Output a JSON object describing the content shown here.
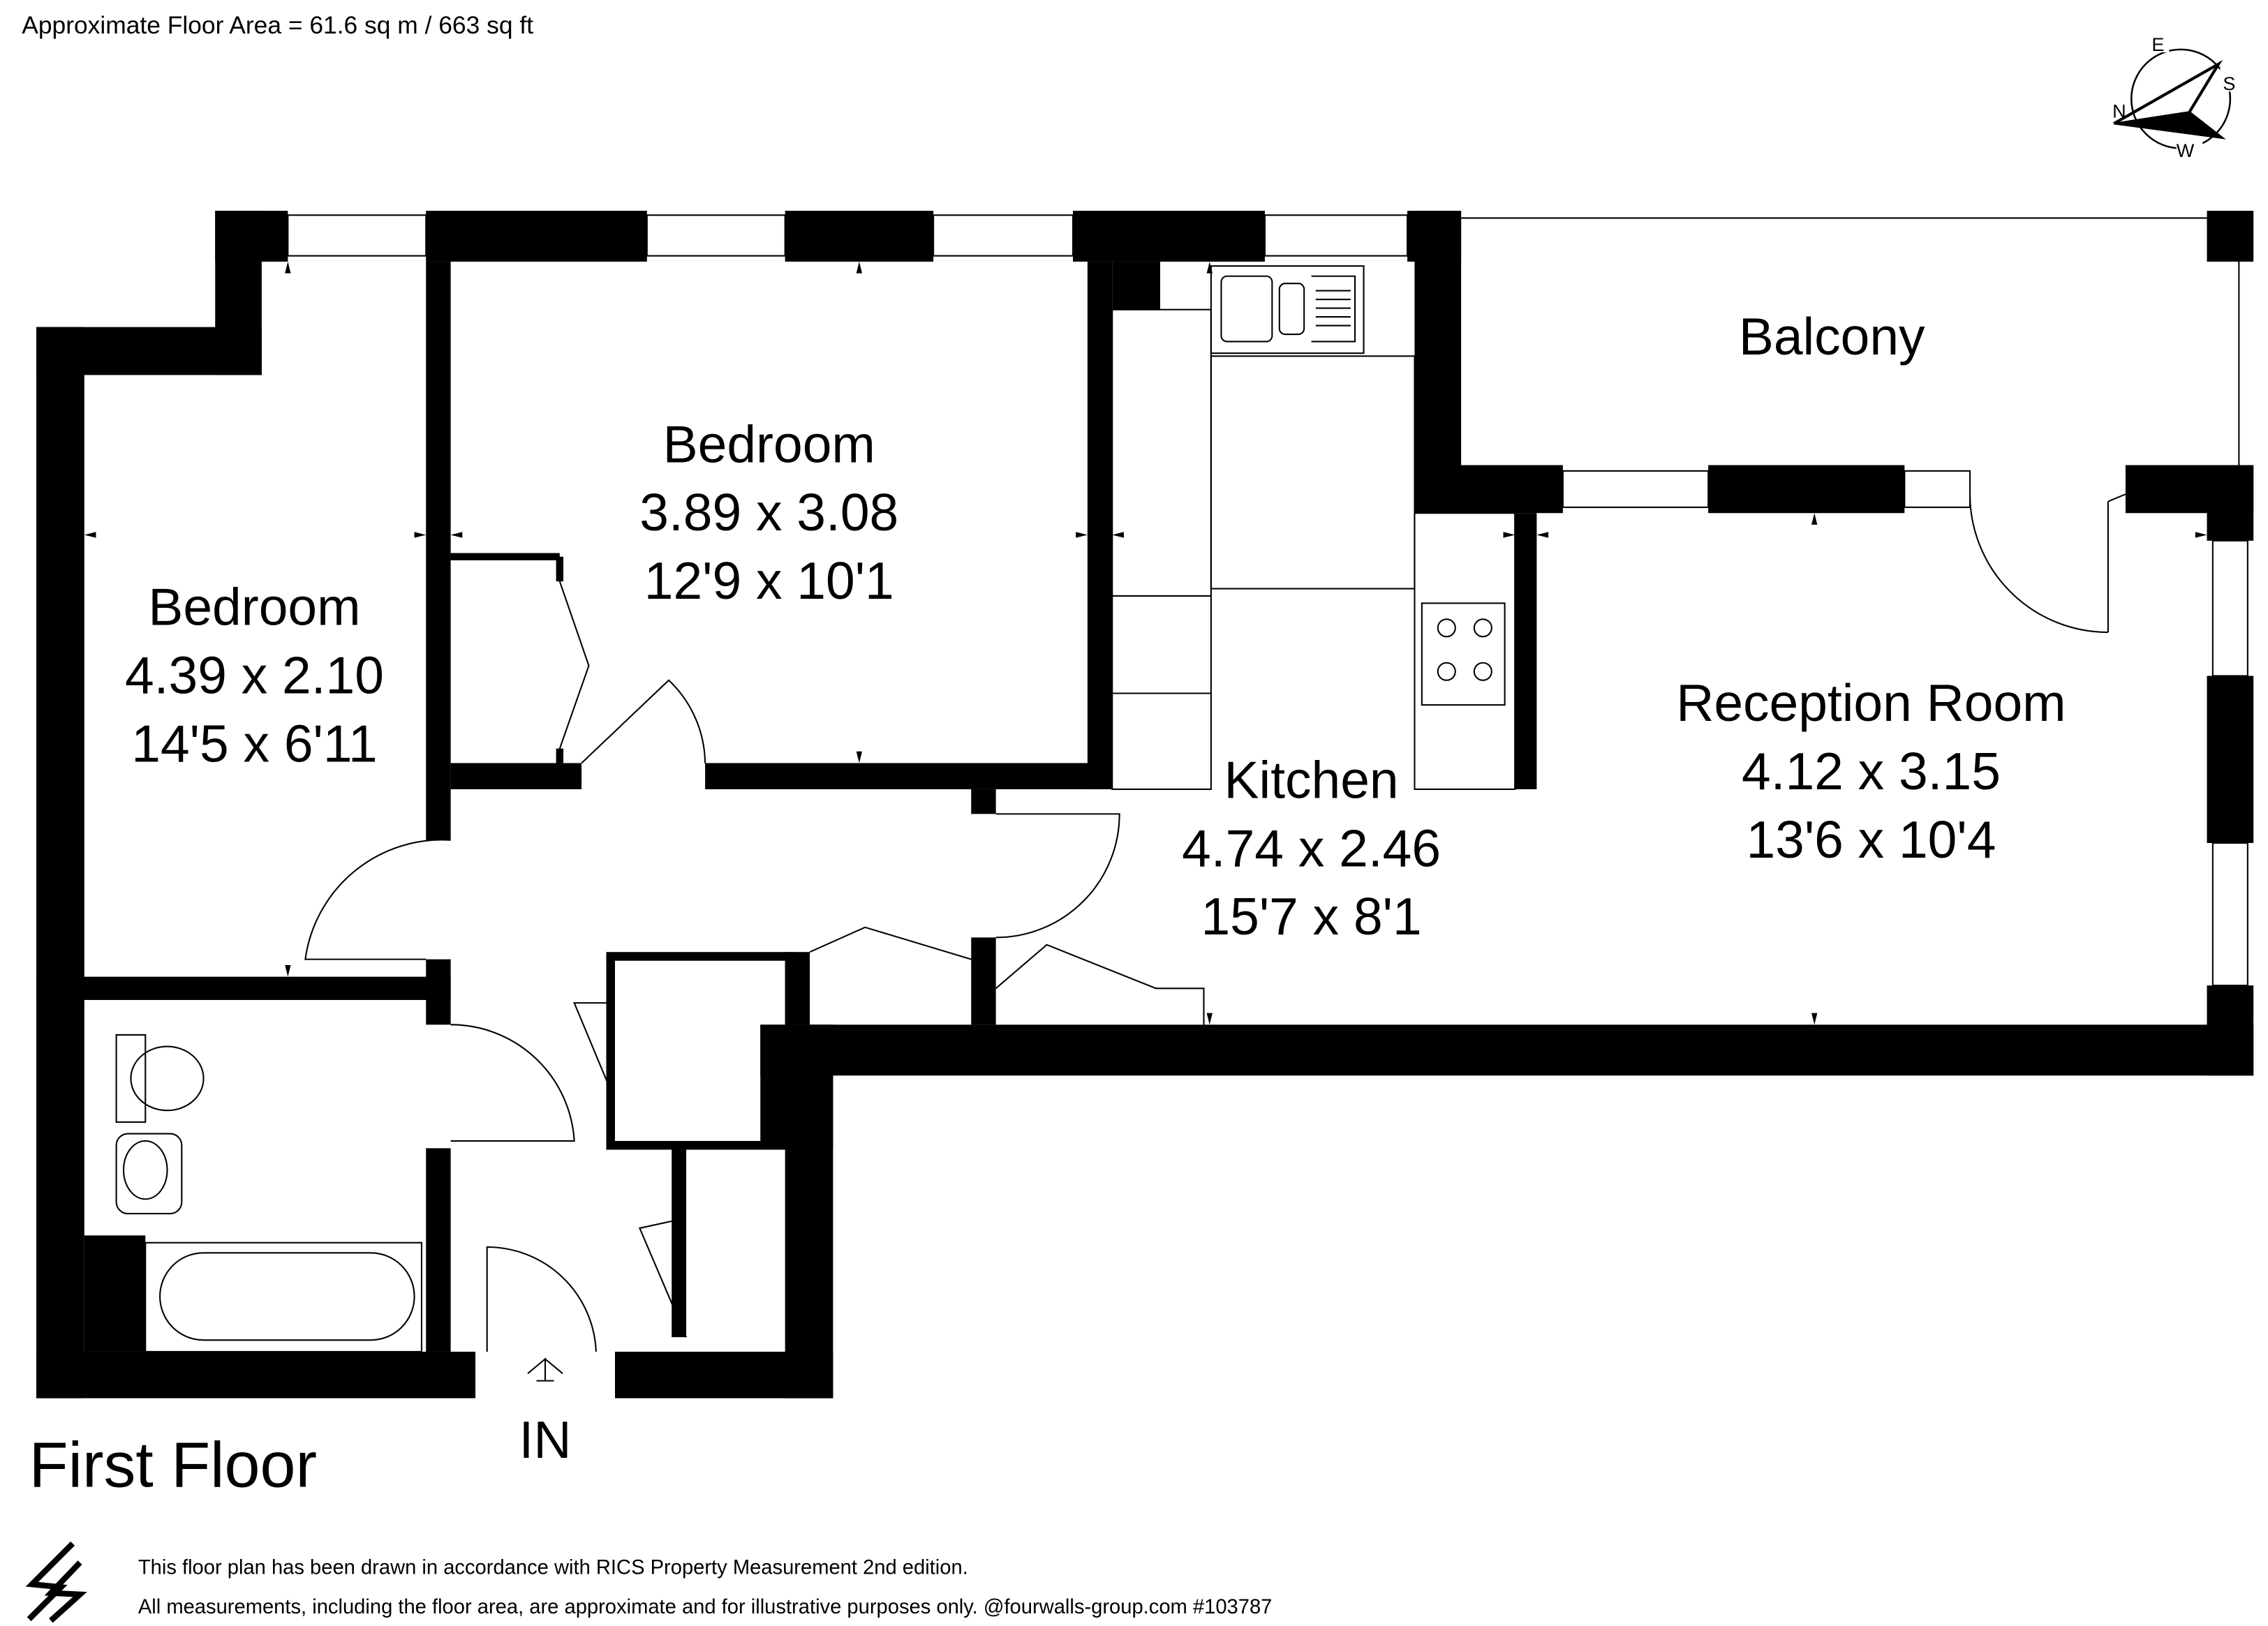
{
  "header": {
    "floor_area": "Approximate Floor Area = 61.6 sq m / 663 sq ft"
  },
  "compass": {
    "n": "N",
    "e": "E",
    "s": "S",
    "w": "W"
  },
  "rooms": {
    "bedroom1": {
      "name": "Bedroom",
      "metric": "4.39 x 2.10",
      "imperial": "14'5 x 6'11"
    },
    "bedroom2": {
      "name": "Bedroom",
      "metric": "3.89 x 3.08",
      "imperial": "12'9 x 10'1"
    },
    "kitchen": {
      "name": "Kitchen",
      "metric": "4.74 x 2.46",
      "imperial": "15'7 x 8'1"
    },
    "reception": {
      "name": "Reception Room",
      "metric": "4.12 x 3.15",
      "imperial": "13'6 x 10'4"
    },
    "balcony": {
      "name": "Balcony"
    }
  },
  "entrance": {
    "label": "IN"
  },
  "floor_label": "First Floor",
  "footer": {
    "line1": "This floor plan has been drawn in accordance with RICS Property Measurement 2nd edition.",
    "line2": "All measurements, including the floor area, are approximate and for illustrative purposes only. @fourwalls-group.com #103787"
  },
  "colors": {
    "wall": "#000000",
    "background": "#ffffff"
  }
}
